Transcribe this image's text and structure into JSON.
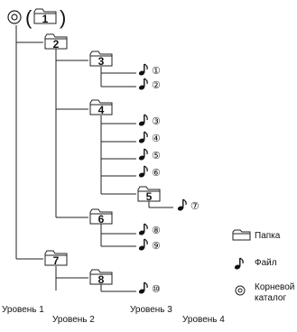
{
  "root": {
    "label": "1"
  },
  "folders": [
    {
      "id": "2",
      "label": "2"
    },
    {
      "id": "3",
      "label": "3"
    },
    {
      "id": "4",
      "label": "4"
    },
    {
      "id": "5",
      "label": "5"
    },
    {
      "id": "6",
      "label": "6"
    },
    {
      "id": "7",
      "label": "7"
    },
    {
      "id": "8",
      "label": "8"
    }
  ],
  "files": [
    {
      "folder": "3",
      "label": "①"
    },
    {
      "folder": "3",
      "label": "②"
    },
    {
      "folder": "4",
      "label": "③"
    },
    {
      "folder": "4",
      "label": "④"
    },
    {
      "folder": "4",
      "label": "⑤"
    },
    {
      "folder": "4",
      "label": "⑥"
    },
    {
      "folder": "5",
      "label": "⑦"
    },
    {
      "folder": "6",
      "label": "⑧"
    },
    {
      "folder": "6",
      "label": "⑨"
    },
    {
      "folder": "8",
      "label": "⑩"
    }
  ],
  "legend": {
    "folder": "Папка",
    "file": "Файл",
    "root_line1": "Корневой",
    "root_line2": "каталог"
  },
  "levels": [
    "Уровень 1",
    "Уровень 2",
    "Уровень 3",
    "Уровень 4"
  ],
  "colors": {
    "line": "#222222",
    "text": "#111111"
  }
}
